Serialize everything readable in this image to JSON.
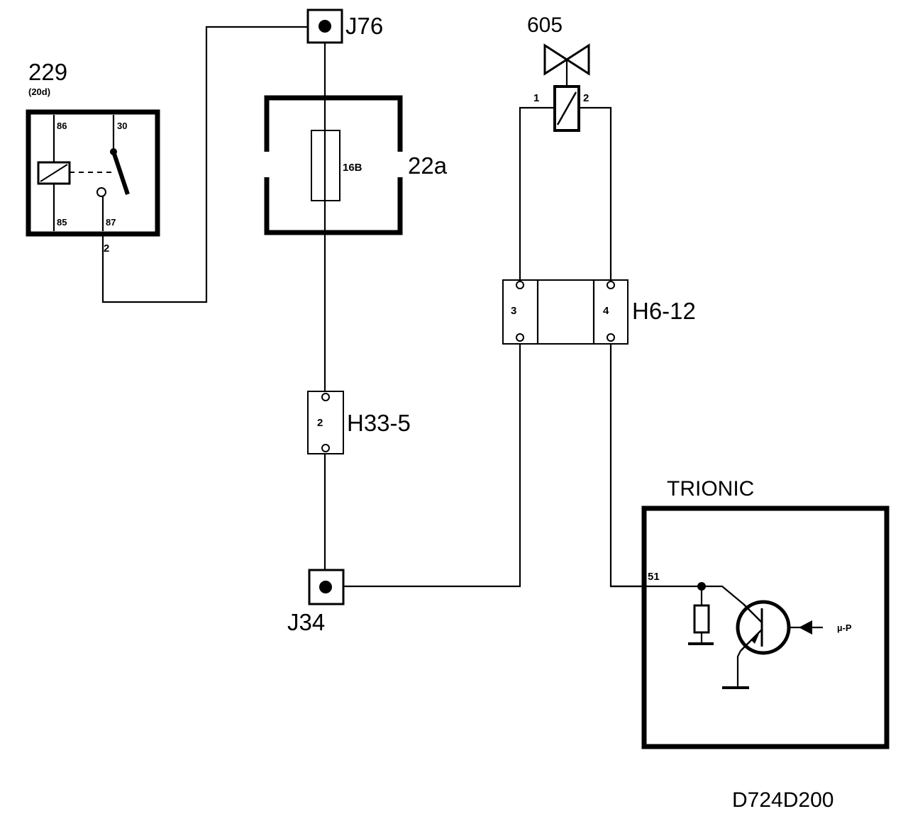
{
  "relay": {
    "id": "229",
    "sub": "(20d)",
    "pin86": "86",
    "pin30": "30",
    "pin85": "85",
    "pin87": "87",
    "wire_pin": "2"
  },
  "junction_top": {
    "label": "J76"
  },
  "fuse_block": {
    "label": "22a",
    "fuse": "16B"
  },
  "connector_h33": {
    "label": "H33-5",
    "pin": "2"
  },
  "junction_bottom": {
    "label": "J34"
  },
  "valve": {
    "label": "605",
    "pin1": "1",
    "pin2": "2"
  },
  "connector_h6": {
    "label": "H6-12",
    "pin_left": "3",
    "pin_right": "4"
  },
  "ecu": {
    "label": "TRIONIC",
    "pin": "51",
    "signal": "µ-P"
  },
  "drawing_id": "D724D200"
}
